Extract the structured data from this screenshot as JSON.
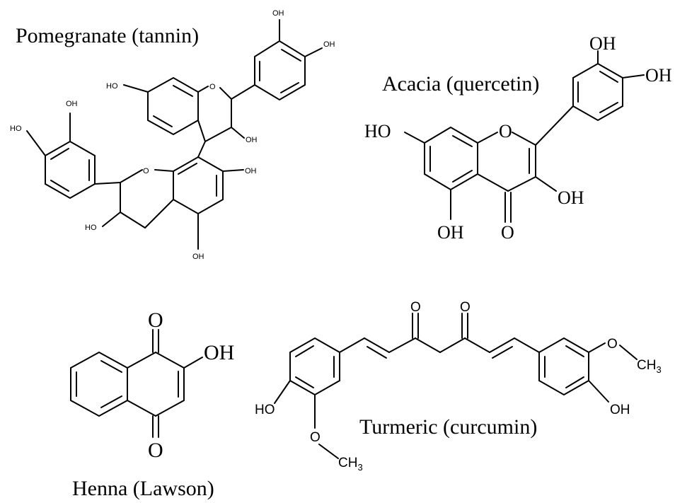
{
  "molecules": {
    "pomegranate": {
      "title": "Pomegranate (tannin)",
      "labels": {
        "oh_a": "OH",
        "oh_b": "OH",
        "oh_c": "HO",
        "o_ring1": "O",
        "oh_d": "OH",
        "oh_e": "OH",
        "oh_f": "HO",
        "o_ring2": "O",
        "oh_g": "OH",
        "oh_h": "HO",
        "oh_i": "OH"
      }
    },
    "acacia": {
      "title": "Acacia (quercetin)",
      "labels": {
        "oh_a": "OH",
        "oh_b": "OH",
        "ho_c": "HO",
        "o_ring": "O",
        "oh_d": "OH",
        "oh_e": "OH",
        "o_keto": "O"
      }
    },
    "henna": {
      "title": "Henna (Lawson)",
      "labels": {
        "o_top": "O",
        "oh": "OH",
        "o_bottom": "O"
      }
    },
    "turmeric": {
      "title": "Turmeric (curcumin)",
      "labels": {
        "o_1": "O",
        "o_2": "O",
        "ho": "HO",
        "o_meth1": "O",
        "ch3_1": "CH",
        "ch3_1_sub": "3",
        "o_meth2": "O",
        "ch3_2": "CH",
        "ch3_2_sub": "3",
        "oh": "OH"
      }
    }
  }
}
